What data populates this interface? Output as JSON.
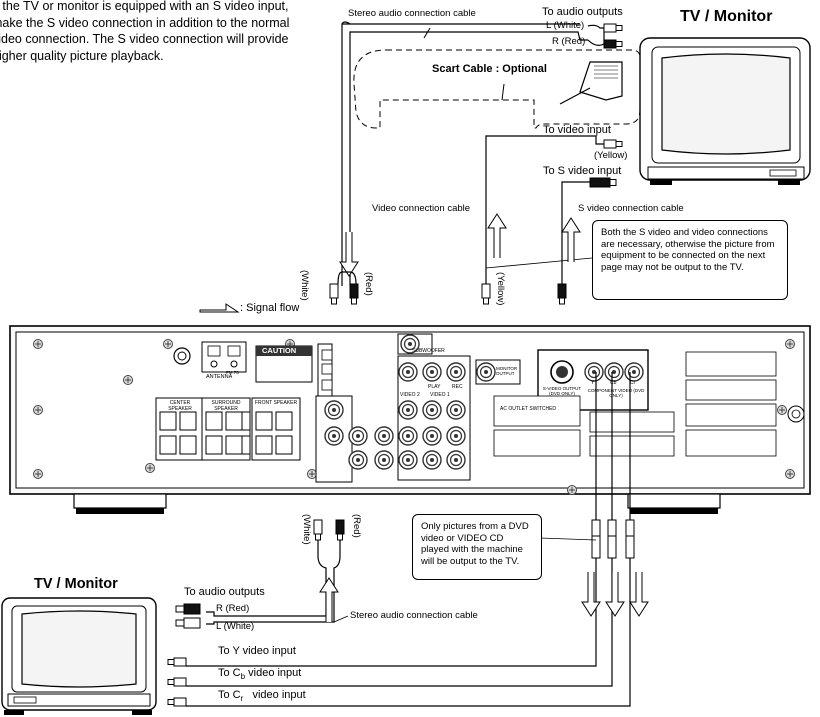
{
  "intro_text": "If the TV or monitor is equipped with an S video input, make the S video connection in addition to the normal video connection. The S video connection will provide higher quality picture playback.",
  "top_monitor_title": "TV / Monitor",
  "bottom_monitor_title": "TV / Monitor",
  "stereo_cable_top": "Stereo audio connection cable",
  "to_audio_outputs_top": "To audio outputs",
  "l_white_top": "L (White)",
  "r_red_top": "R (Red)",
  "scart_cable": "Scart Cable : Optional",
  "to_video_input": "To video input",
  "yellow_label": "(Yellow)",
  "to_s_video_input": "To S video input",
  "video_connection_cable": "Video connection cable",
  "s_video_connection_cable": "S video connection cable",
  "note_s_video": "Both the S video and video connections are necessary, otherwise the picture from equipment to be connected on the next page may not be output to the TV.",
  "signal_flow": ": Signal flow",
  "white_rot": "(White)",
  "red_rot": "(Red)",
  "yellow_rot": "(Yellow)",
  "white_rot_bottom": "(White)",
  "red_rot_bottom": "(Red)",
  "note_dvd": "Only pictures from a DVD video or VIDEO CD played with the machine will be output to the TV.",
  "to_audio_outputs_bottom": "To audio outputs",
  "r_red_bottom": "R (Red)",
  "l_white_bottom": "L (White)",
  "stereo_cable_bottom": "Stereo audio connection cable",
  "to_y_input": "To Y video input",
  "to_cb_input": "To C",
  "cb_sub": "b",
  "cb_tail": " video input",
  "to_cr_input": "To C",
  "cr_sub": "r",
  "cr_tail": "   video input",
  "panel": {
    "caution": "CAUTION",
    "antenna": "ANTENNA",
    "center_speaker": "CENTER SPEAKER",
    "surround_speaker": "SURROUND SPEAKER",
    "front_speaker": "FRONT SPEAKER",
    "subwoofer": "SUBWOOFER",
    "video2": "VIDEO 2",
    "play": "PLAY",
    "rec": "REC",
    "video1": "VIDEO 1",
    "monitor_output": "MONITOR OUTPUT",
    "s_video_output": "S-VIDEO OUTPUT (DVD ONLY)",
    "component_video": "COMPONENT VIDEO (DVD ONLY)",
    "ac_outlet": "AC OUTLET SWITCHED",
    "y": "Y",
    "cb": "Cb",
    "cr": "Cr",
    "fm75": "FM 75"
  }
}
